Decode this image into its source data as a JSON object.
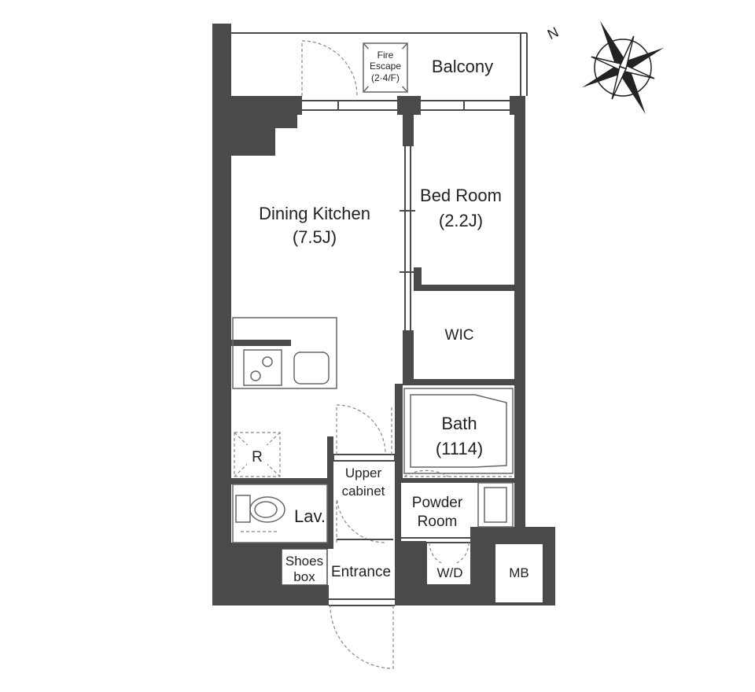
{
  "rooms": {
    "balcony": "Balcony",
    "fire_escape_1": "Fire",
    "fire_escape_2": "Escape",
    "fire_escape_3": "(2·4/F)",
    "dining_kitchen": "Dining Kitchen",
    "dining_kitchen_size": "(7.5J)",
    "bedroom": "Bed Room",
    "bedroom_size": "(2.2J)",
    "wic": "WIC",
    "bath": "Bath",
    "bath_size": "(1114)",
    "r": "R",
    "upper_cabinet_1": "Upper",
    "upper_cabinet_2": "cabinet",
    "lav": "Lav.",
    "powder_room_1": "Powder",
    "powder_room_2": "Room",
    "shoes_box_1": "Shoes",
    "shoes_box_2": "box",
    "entrance": "Entrance",
    "wd": "W/D",
    "mb": "MB"
  },
  "compass": {
    "north_label": "N"
  },
  "colors": {
    "wall": "#4a4a4a",
    "background": "#ffffff",
    "text": "#222222"
  }
}
